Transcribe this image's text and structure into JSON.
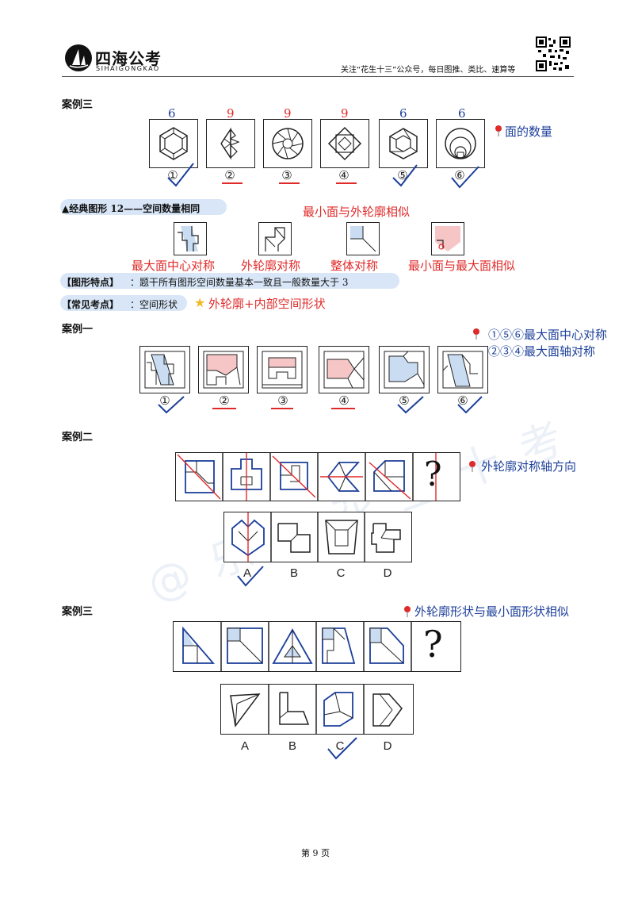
{
  "header": {
    "logo_cn": "四海公考",
    "logo_en": "SIHAIGONGKAO",
    "note": "关注“花生十三”公众号，每日图推、类比、速算等"
  },
  "case_top": {
    "title": "案例三",
    "counts": [
      "6",
      "9",
      "9",
      "9",
      "6",
      "6"
    ],
    "nums": [
      "①",
      "②",
      "③",
      "④",
      "⑤",
      "⑥"
    ],
    "note": "面的数量"
  },
  "classic": {
    "title": "▲经典图形 12——空间数量相同",
    "note_top": "最小面与外轮廓相似",
    "labels": [
      "最大面中心对称",
      "外轮廓对称",
      "整体对称",
      "最小面与最大面相似"
    ]
  },
  "features": {
    "label": "【图形特点】",
    "text": "：题干所有图形空间数量基本一致且一般数量大于 3"
  },
  "exam_points": {
    "label": "【常见考点】",
    "text": "：空间形状",
    "note": "外轮廓+内部空间形状"
  },
  "case1": {
    "title": "案例一",
    "note1": "①⑤⑥最大面中心对称",
    "note2": "②③④最大面轴对称",
    "nums": [
      "①",
      "②",
      "③",
      "④",
      "⑤",
      "⑥"
    ]
  },
  "case2": {
    "title": "案例二",
    "note": "外轮廓对称轴方向",
    "question": "?",
    "options": [
      "A",
      "B",
      "C",
      "D"
    ]
  },
  "case3": {
    "title": "案例三",
    "note": "外轮廓形状与最小面形状相似",
    "question": "?",
    "options": [
      "A",
      "B",
      "C",
      "D"
    ]
  },
  "footer": {
    "page": "第 9 页"
  },
  "watermark": "@ 乐 尊 花 生 十 考"
}
